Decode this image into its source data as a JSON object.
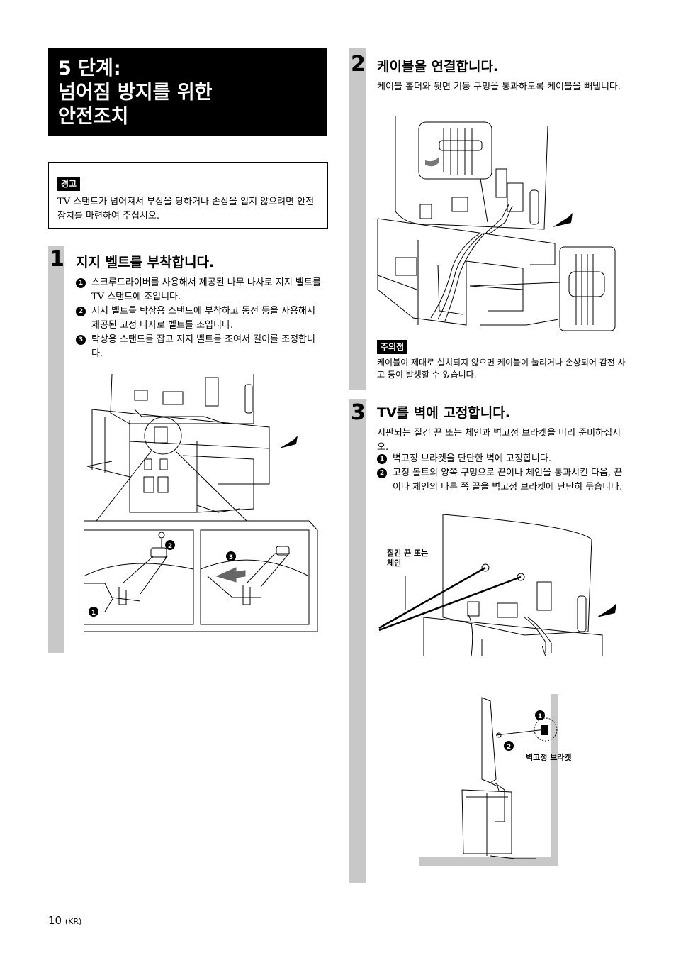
{
  "title": {
    "line1": "5 단계:",
    "line2": "넘어짐 방지를 위한",
    "line3": "안전조치"
  },
  "warning": {
    "tag": "경고",
    "text": "TV 스탠드가 넘어져서 부상을 당하거나 손상을 입지 않으려면 안전장치를 마련하여 주십시오."
  },
  "step1": {
    "number": "1",
    "title": "지지 벨트를 부착합니다.",
    "items": [
      {
        "marker": "1",
        "text": "스크루드라이버를 사용해서 제공된 나무 나사로 지지 벨트를 TV 스탠드에 조입니다."
      },
      {
        "marker": "2",
        "text": "지지 벨트를 탁상용 스탠드에 부착하고 동전 등을 사용해서 제공된 고정 나사로 벨트를 조입니다."
      },
      {
        "marker": "3",
        "text": "탁상용 스탠드를 잡고 지지 벨트를 조여서 길이를 조정합니다."
      }
    ]
  },
  "step2": {
    "number": "2",
    "title": "케이블을 연결합니다.",
    "text": "케이블 홀더와 뒷면 기둥 구멍을 통과하도록 케이블을 빼냅니다.",
    "caution_tag": "주의점",
    "caution_text": "케이블이 제대로 설치되지 않으면 케이블이 눌리거나 손상되어 감전 사고 등이 발생할 수 있습니다."
  },
  "step3": {
    "number": "3",
    "title": "TV를 벽에 고정합니다.",
    "intro": "시판되는 질긴 끈 또는 체인과 벽고정 브라켓을 미리 준비하십시오.",
    "items": [
      {
        "marker": "1",
        "text": "벽고정 브라켓을 단단한 벽에 고정합니다."
      },
      {
        "marker": "2",
        "text": "고정 볼트의 양쪽 구멍으로 끈이나 체인을 통과시킨 다음, 끈이나 체인의 다른 쪽 끝을 벽고정 브라켓에 단단히 묶습니다."
      }
    ],
    "label_cord": "질긴 끈 또는 체인",
    "label_bracket": "벽고정 브라켓",
    "marker_a": "1",
    "marker_b": "2"
  },
  "illustration_markers": {
    "screw": "2",
    "wood_screw": "1",
    "pull": "3"
  },
  "footer": {
    "page": "10",
    "lang": "(KR)"
  }
}
